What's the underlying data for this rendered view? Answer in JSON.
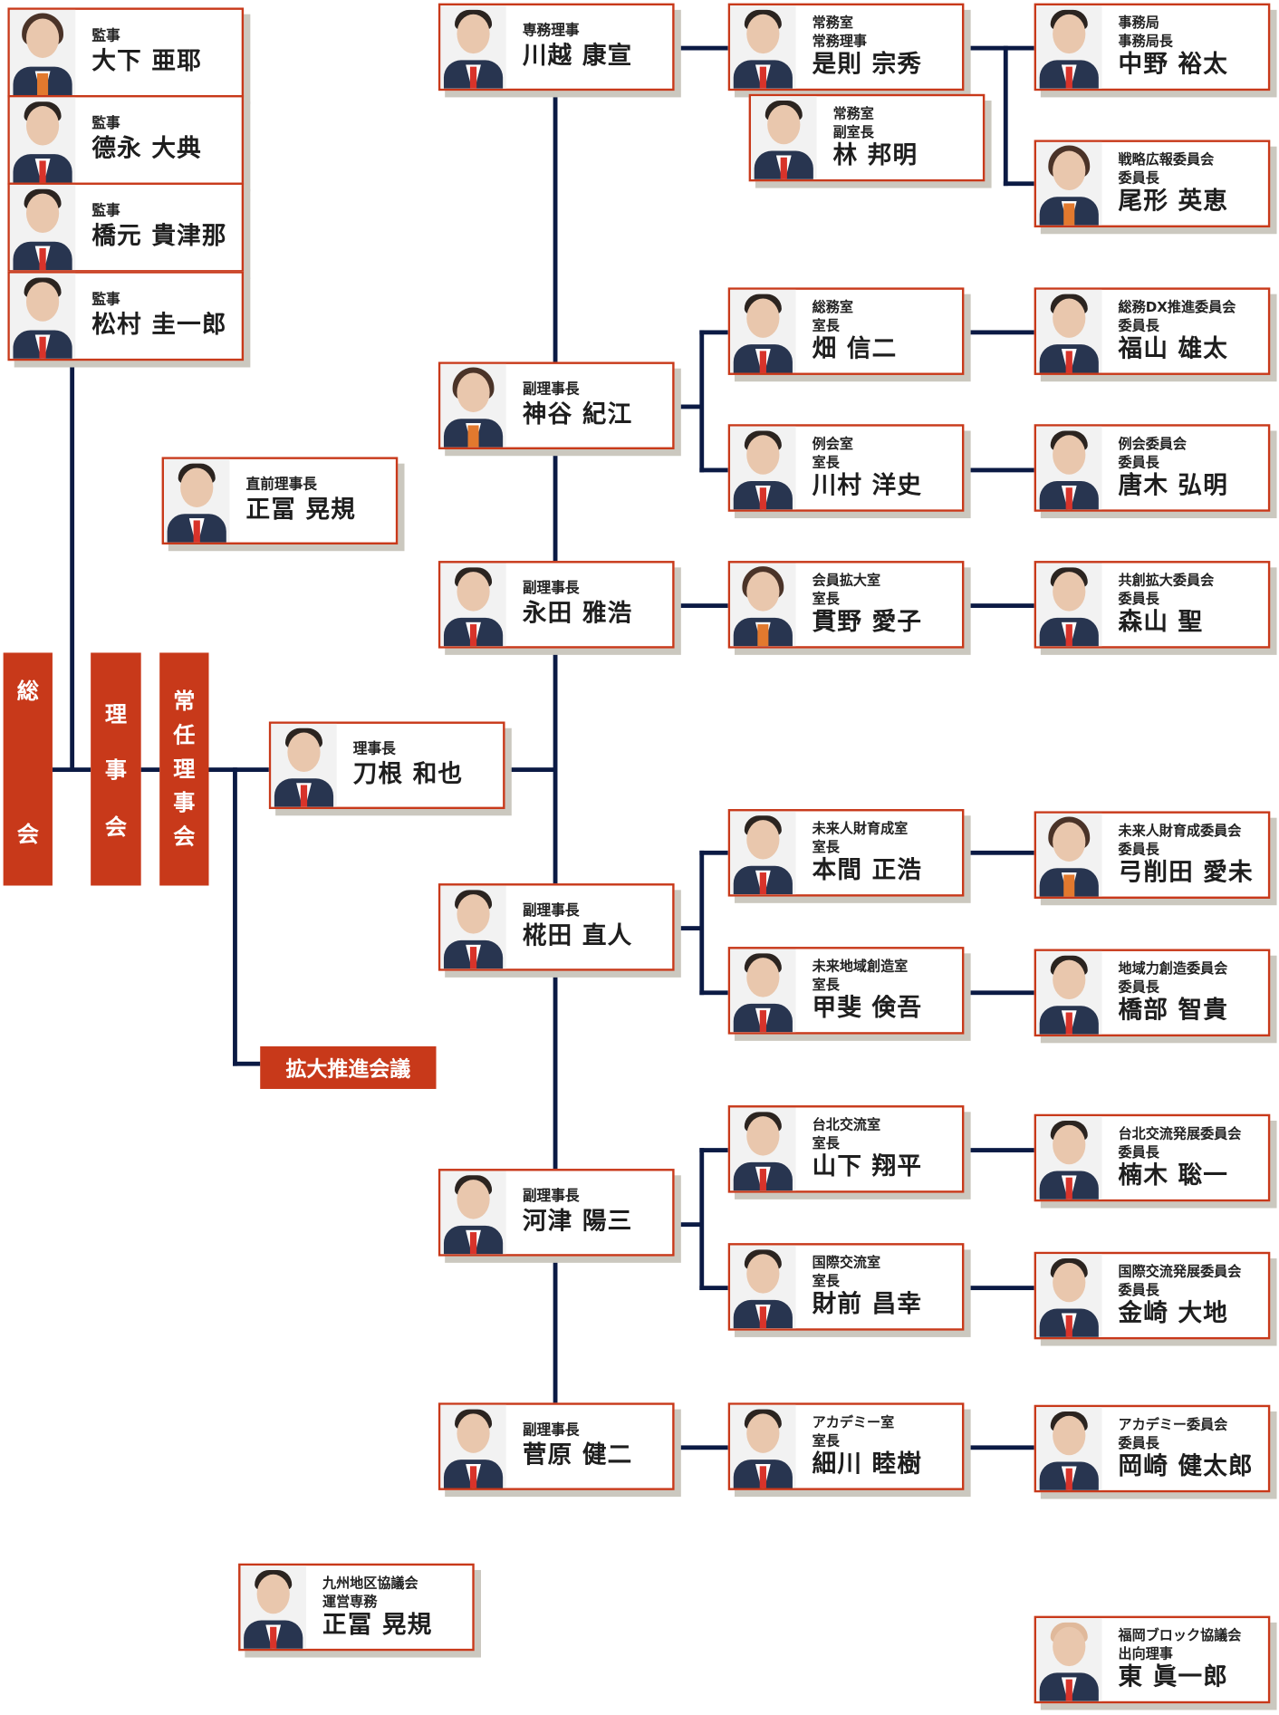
{
  "colors": {
    "accent": "#c8391a",
    "line": "#0b1a44",
    "shadow": "#cbc8bf"
  },
  "bodies": {
    "soukai": [
      "総",
      "会"
    ],
    "rijikai": [
      "理",
      "事",
      "会"
    ],
    "jounin": [
      "常",
      "任",
      "理",
      "事",
      "会"
    ],
    "kakudai": "拡大推進会議"
  },
  "auditors": [
    {
      "role": "監事",
      "name": "大下 亜耶"
    },
    {
      "role": "監事",
      "name": "德永 大典"
    },
    {
      "role": "監事",
      "name": "橋元 貴津那"
    },
    {
      "role": "監事",
      "name": "松村 圭一郎"
    }
  ],
  "president": {
    "role": "理事長",
    "name": "刀根 和也"
  },
  "past_president": {
    "role": "直前理事長",
    "name": "正冨 晃規"
  },
  "executive_director": {
    "role": "専務理事",
    "name": "川越 康宣"
  },
  "jomu": {
    "role1": "常務室",
    "role2": "常務理事",
    "name": "是則 宗秀"
  },
  "jomu_deputy": {
    "role1": "常務室",
    "role2": "副室長",
    "name": "林 邦明"
  },
  "secretariat": {
    "role1": "事務局",
    "role2": "事務局長",
    "name": "中野 裕太"
  },
  "strategy_pr": {
    "role1": "戦略広報委員会",
    "role2": "委員長",
    "name": "尾形 英恵"
  },
  "vp": [
    {
      "role": "副理事長",
      "name": "神谷 紀江"
    },
    {
      "role": "副理事長",
      "name": "永田 雅浩"
    },
    {
      "role": "副理事長",
      "name": "椛田 直人"
    },
    {
      "role": "副理事長",
      "name": "河津 陽三"
    },
    {
      "role": "副理事長",
      "name": "菅原 健二"
    }
  ],
  "offices": [
    {
      "role1": "総務室",
      "role2": "室長",
      "name": "畑 信二"
    },
    {
      "role1": "例会室",
      "role2": "室長",
      "name": "川村 洋史"
    },
    {
      "role1": "会員拡大室",
      "role2": "室長",
      "name": "貫野 愛子"
    },
    {
      "role1": "未来人財育成室",
      "role2": "室長",
      "name": "本間 正浩"
    },
    {
      "role1": "未来地域創造室",
      "role2": "室長",
      "name": "甲斐 倹吾"
    },
    {
      "role1": "台北交流室",
      "role2": "室長",
      "name": "山下 翔平"
    },
    {
      "role1": "国際交流室",
      "role2": "室長",
      "name": "財前 昌幸"
    },
    {
      "role1": "アカデミー室",
      "role2": "室長",
      "name": "細川 睦樹"
    }
  ],
  "committees": [
    {
      "role1": "総務DX推進委員会",
      "role2": "委員長",
      "name": "福山 雄太"
    },
    {
      "role1": "例会委員会",
      "role2": "委員長",
      "name": "唐木 弘明"
    },
    {
      "role1": "共創拡大委員会",
      "role2": "委員長",
      "name": "森山 聖"
    },
    {
      "role1": "未来人財育成委員会",
      "role2": "委員長",
      "name": "弓削田 愛未"
    },
    {
      "role1": "地域力創造委員会",
      "role2": "委員長",
      "name": "橋部 智貴"
    },
    {
      "role1": "台北交流発展委員会",
      "role2": "委員長",
      "name": "楠木 聡一"
    },
    {
      "role1": "国際交流発展委員会",
      "role2": "委員長",
      "name": "金崎 大地"
    },
    {
      "role1": "アカデミー委員会",
      "role2": "委員長",
      "name": "岡崎 健太郎"
    }
  ],
  "kyushu": {
    "role1": "九州地区協議会",
    "role2": "運営専務",
    "name": "正冨 晃規"
  },
  "fukuoka": {
    "role1": "福岡ブロック協議会",
    "role2": "出向理事",
    "name": "東 眞一郎"
  }
}
